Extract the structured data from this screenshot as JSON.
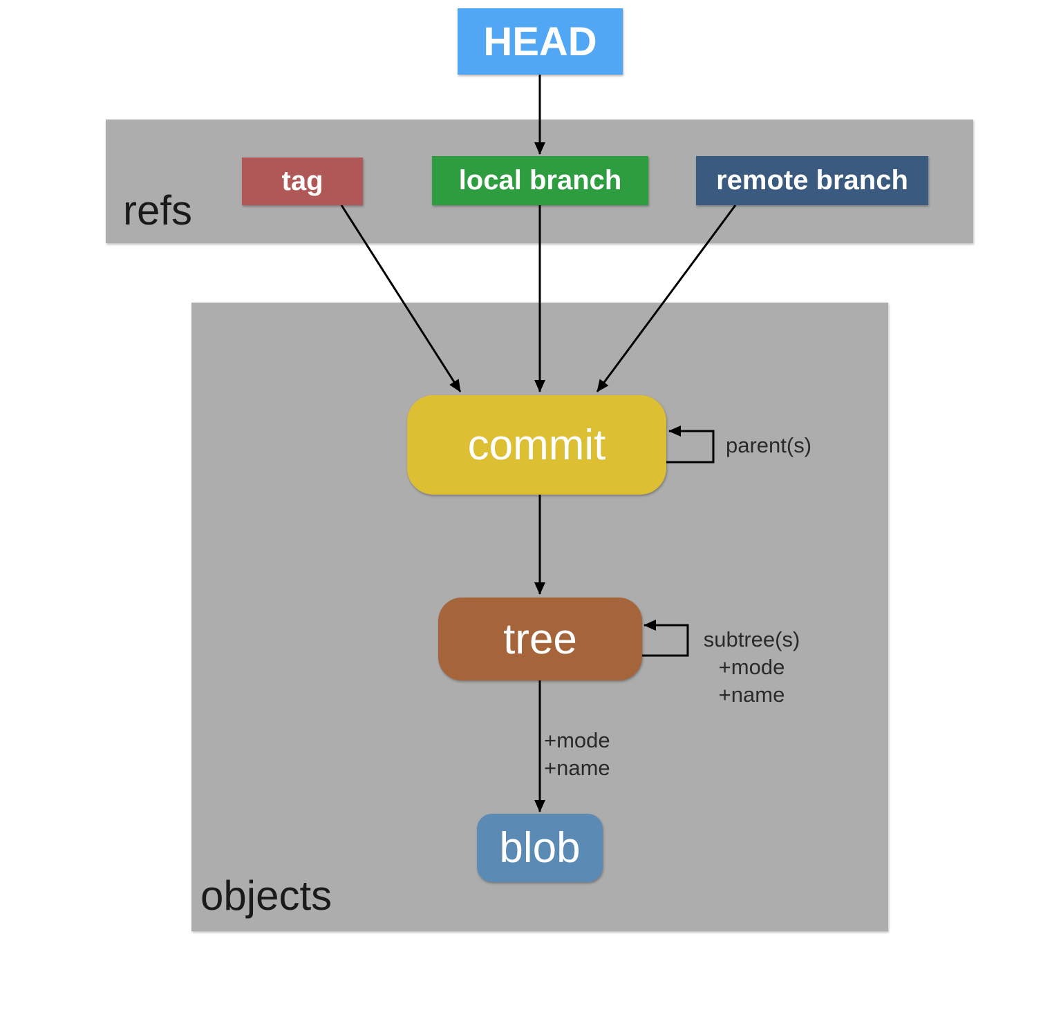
{
  "diagram": {
    "nodes": {
      "head": {
        "label": "HEAD",
        "color": "#52a7f5"
      },
      "tag": {
        "label": "tag",
        "color": "#b05858"
      },
      "local_branch": {
        "label": "local branch",
        "color": "#2e9d40"
      },
      "remote_branch": {
        "label": "remote branch",
        "color": "#3a5a80"
      },
      "commit": {
        "label": "commit",
        "color": "#dcbf32"
      },
      "tree": {
        "label": "tree",
        "color": "#a5643a"
      },
      "blob": {
        "label": "blob",
        "color": "#5b8ab5"
      }
    },
    "groups": {
      "refs": {
        "label": "refs",
        "members": [
          "tag",
          "local_branch",
          "remote_branch"
        ]
      },
      "objects": {
        "label": "objects",
        "members": [
          "commit",
          "tree",
          "blob"
        ]
      }
    },
    "annotations": {
      "commit_self": "parent(s)",
      "tree_self": [
        "subtree(s)",
        "+mode",
        "+name"
      ],
      "tree_to_blob": [
        "+mode",
        "+name"
      ]
    },
    "edges": [
      {
        "from": "head",
        "to": "local_branch"
      },
      {
        "from": "tag",
        "to": "commit"
      },
      {
        "from": "local_branch",
        "to": "commit"
      },
      {
        "from": "remote_branch",
        "to": "commit"
      },
      {
        "from": "commit",
        "to": "commit",
        "label": "parent(s)"
      },
      {
        "from": "commit",
        "to": "tree"
      },
      {
        "from": "tree",
        "to": "tree",
        "label": "subtree(s) +mode +name"
      },
      {
        "from": "tree",
        "to": "blob",
        "label": "+mode +name"
      }
    ]
  }
}
